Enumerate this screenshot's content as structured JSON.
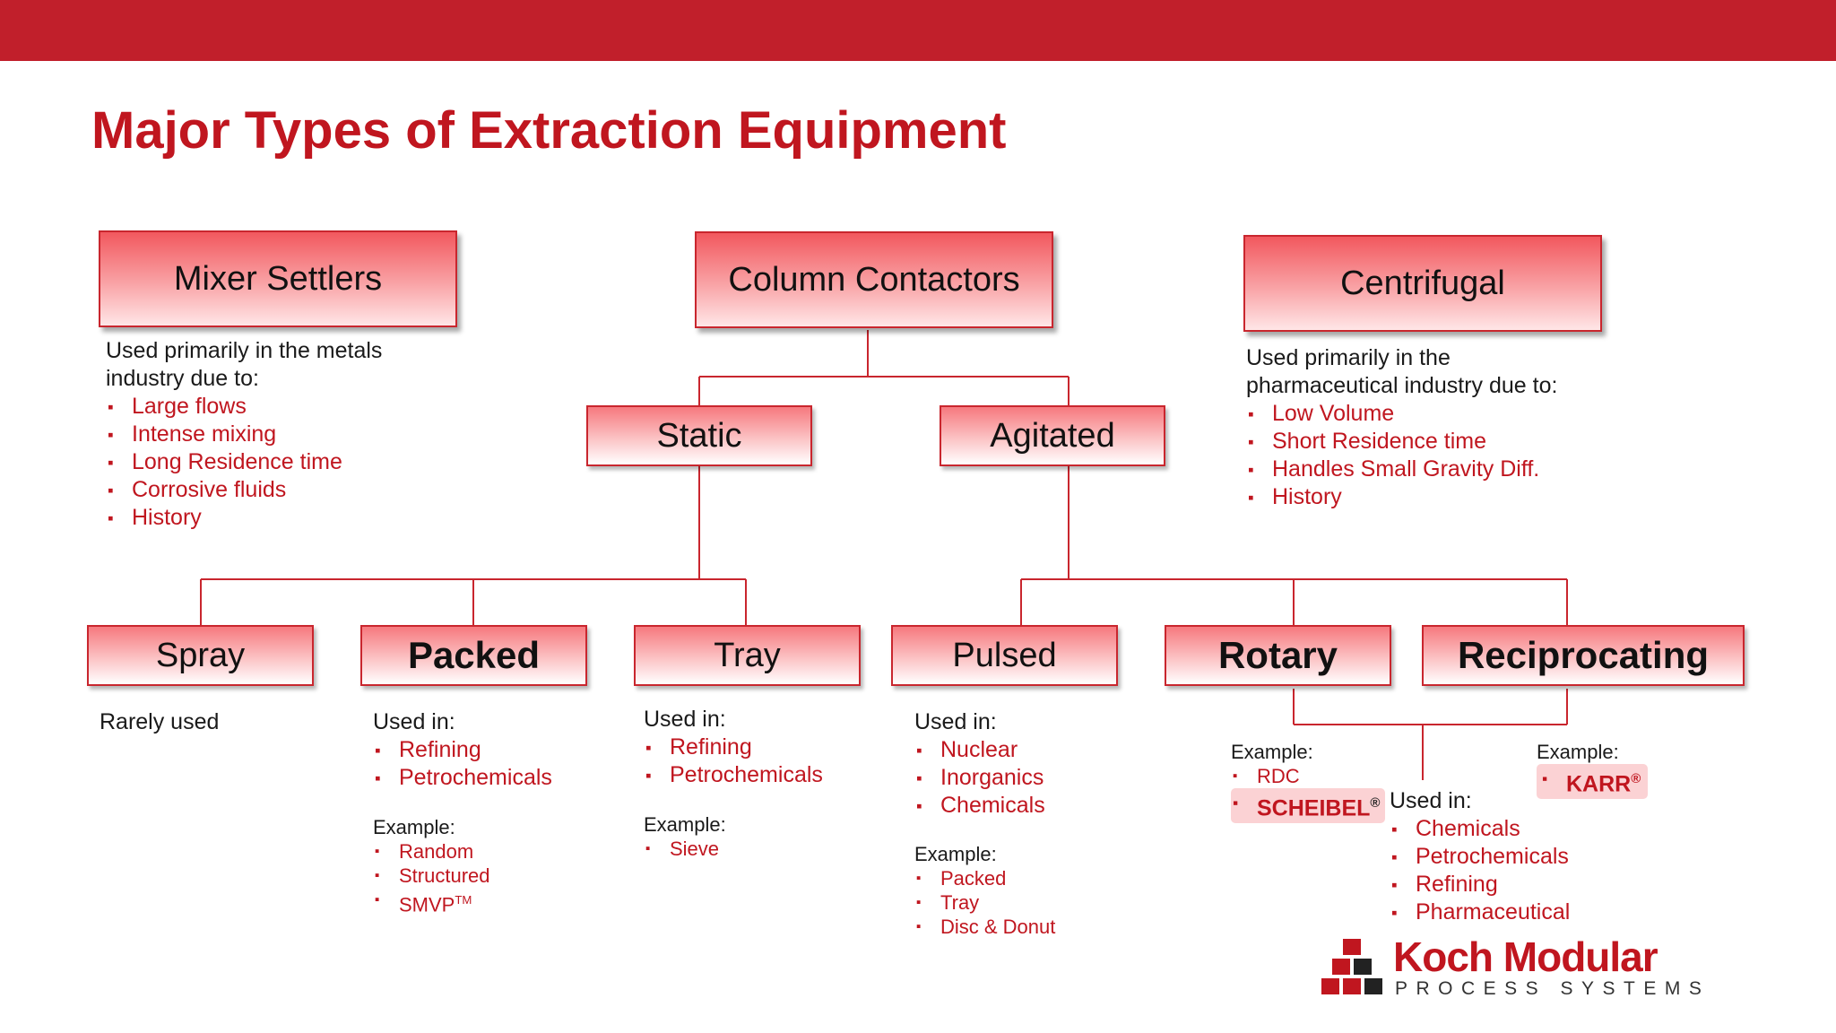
{
  "title": "Major Types of Extraction Equipment",
  "boxes": {
    "mixer_settlers": "Mixer Settlers",
    "column_contactors": "Column Contactors",
    "centrifugal": "Centrifugal",
    "static": "Static",
    "agitated": "Agitated",
    "spray": "Spray",
    "packed": "Packed",
    "tray": "Tray",
    "pulsed": "Pulsed",
    "rotary": "Rotary",
    "reciprocating": "Reciprocating"
  },
  "mixer_settlers_info": {
    "intro_line1": "Used primarily in the metals",
    "intro_line2": "industry due to:",
    "items": [
      "Large flows",
      "Intense mixing",
      "Long Residence time",
      "Corrosive fluids",
      "History"
    ]
  },
  "centrifugal_info": {
    "intro_line1": "Used primarily in the",
    "intro_line2": "pharmaceutical industry due to:",
    "items": [
      "Low Volume",
      "Short Residence time",
      "Handles Small Gravity Diff.",
      "History"
    ]
  },
  "spray_info": {
    "text": "Rarely used"
  },
  "packed_info": {
    "used_in_label": "Used in:",
    "used_in": [
      "Refining",
      "Petrochemicals"
    ],
    "example_label": "Example:",
    "examples": [
      "Random",
      "Structured",
      "SMVP"
    ],
    "smvp_sup": "TM"
  },
  "tray_info": {
    "used_in_label": "Used in:",
    "used_in": [
      "Refining",
      "Petrochemicals"
    ],
    "example_label": "Example:",
    "examples": [
      "Sieve"
    ]
  },
  "pulsed_info": {
    "used_in_label": "Used in:",
    "used_in": [
      "Nuclear",
      "Inorganics",
      "Chemicals"
    ],
    "example_label": "Example:",
    "examples": [
      "Packed",
      "Tray",
      "Disc & Donut"
    ]
  },
  "rotary_info": {
    "example_label": "Example:",
    "example_1": "RDC",
    "example_2": "SCHEIBEL",
    "example_2_sup": "®"
  },
  "reciprocating_info": {
    "example_label": "Example:",
    "example_1": "KARR",
    "example_1_sup": "®"
  },
  "shared_info": {
    "used_in_label": "Used in:",
    "used_in": [
      "Chemicals",
      "Petrochemicals",
      "Refining",
      "Pharmaceutical"
    ]
  },
  "logo": {
    "name": "Koch Modular",
    "sub": "PROCESS SYSTEMS"
  },
  "colors": {
    "brand_red": "#c11f2b",
    "text_red": "#c0161f",
    "highlight": "#fbd2d4"
  }
}
